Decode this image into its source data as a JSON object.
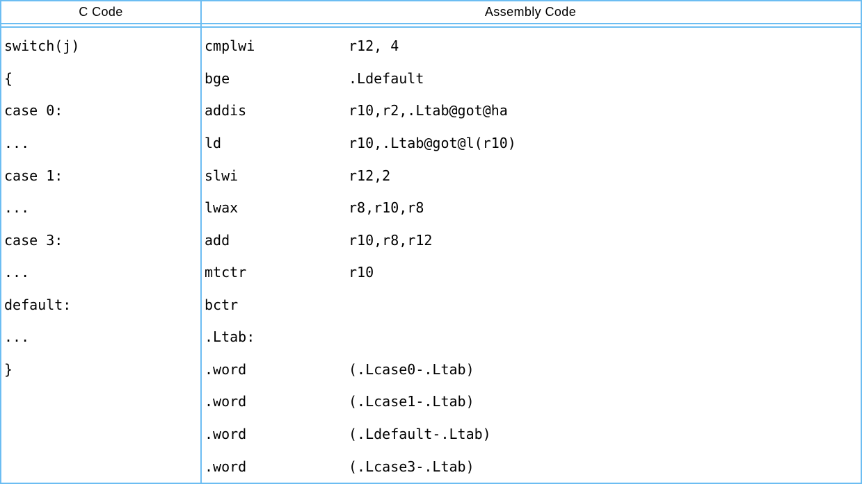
{
  "colors": {
    "border": "#6cbdf2",
    "text": "#000000",
    "background": "#ffffff"
  },
  "header": {
    "c_code": "C Code",
    "assembly": "Assembly Code"
  },
  "c_code": {
    "lines": [
      "switch(j)",
      "{",
      "case 0:",
      "...",
      "case 1:",
      "...",
      "case 3:",
      "...",
      "default:",
      "...",
      "}"
    ]
  },
  "assembly": {
    "lines": [
      {
        "mnemonic": "cmplwi",
        "operands": "r12, 4"
      },
      {
        "mnemonic": "bge",
        "operands": ".Ldefault"
      },
      {
        "mnemonic": "addis",
        "operands": "r10,r2,.Ltab@got@ha"
      },
      {
        "mnemonic": "ld",
        "operands": "r10,.Ltab@got@l(r10)"
      },
      {
        "mnemonic": "slwi",
        "operands": "r12,2"
      },
      {
        "mnemonic": "lwax",
        "operands": "r8,r10,r8"
      },
      {
        "mnemonic": "add",
        "operands": "r10,r8,r12"
      },
      {
        "mnemonic": "mtctr",
        "operands": "r10"
      },
      {
        "mnemonic": "bctr",
        "operands": ""
      },
      {
        "mnemonic": ".Ltab:",
        "operands": ""
      },
      {
        "mnemonic": ".word",
        "operands": "(.Lcase0-.Ltab)"
      },
      {
        "mnemonic": ".word",
        "operands": "(.Lcase1-.Ltab)"
      },
      {
        "mnemonic": ".word",
        "operands": "(.Ldefault-.Ltab)"
      },
      {
        "mnemonic": ".word",
        "operands": "(.Lcase3-.Ltab)"
      }
    ]
  }
}
